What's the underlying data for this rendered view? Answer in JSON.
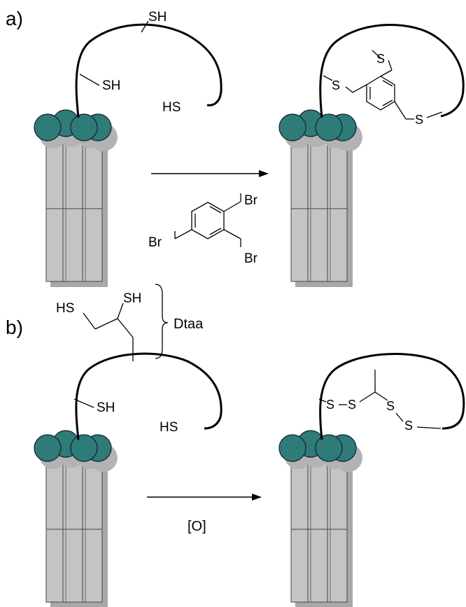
{
  "panel_a": {
    "label": "a)",
    "left": {
      "sh_top": "SH",
      "sh_mid": "SH",
      "hs_end": "HS"
    },
    "right": {
      "s1": "S",
      "s2": "S",
      "s3": "S"
    },
    "reagent": {
      "br1": "Br",
      "br2": "Br",
      "br3": "Br"
    }
  },
  "panel_b": {
    "label": "b)",
    "dtaa": {
      "hs": "HS",
      "sh": "SH",
      "name": "Dtaa"
    },
    "left": {
      "sh_mid": "SH",
      "hs_end": "HS"
    },
    "right": {
      "s1": "S",
      "s2": "S",
      "s3": "S",
      "s4": "S"
    },
    "reagent": "[O]"
  },
  "colors": {
    "cap": "#2e7b78",
    "bundle": "#c4c4c4"
  }
}
